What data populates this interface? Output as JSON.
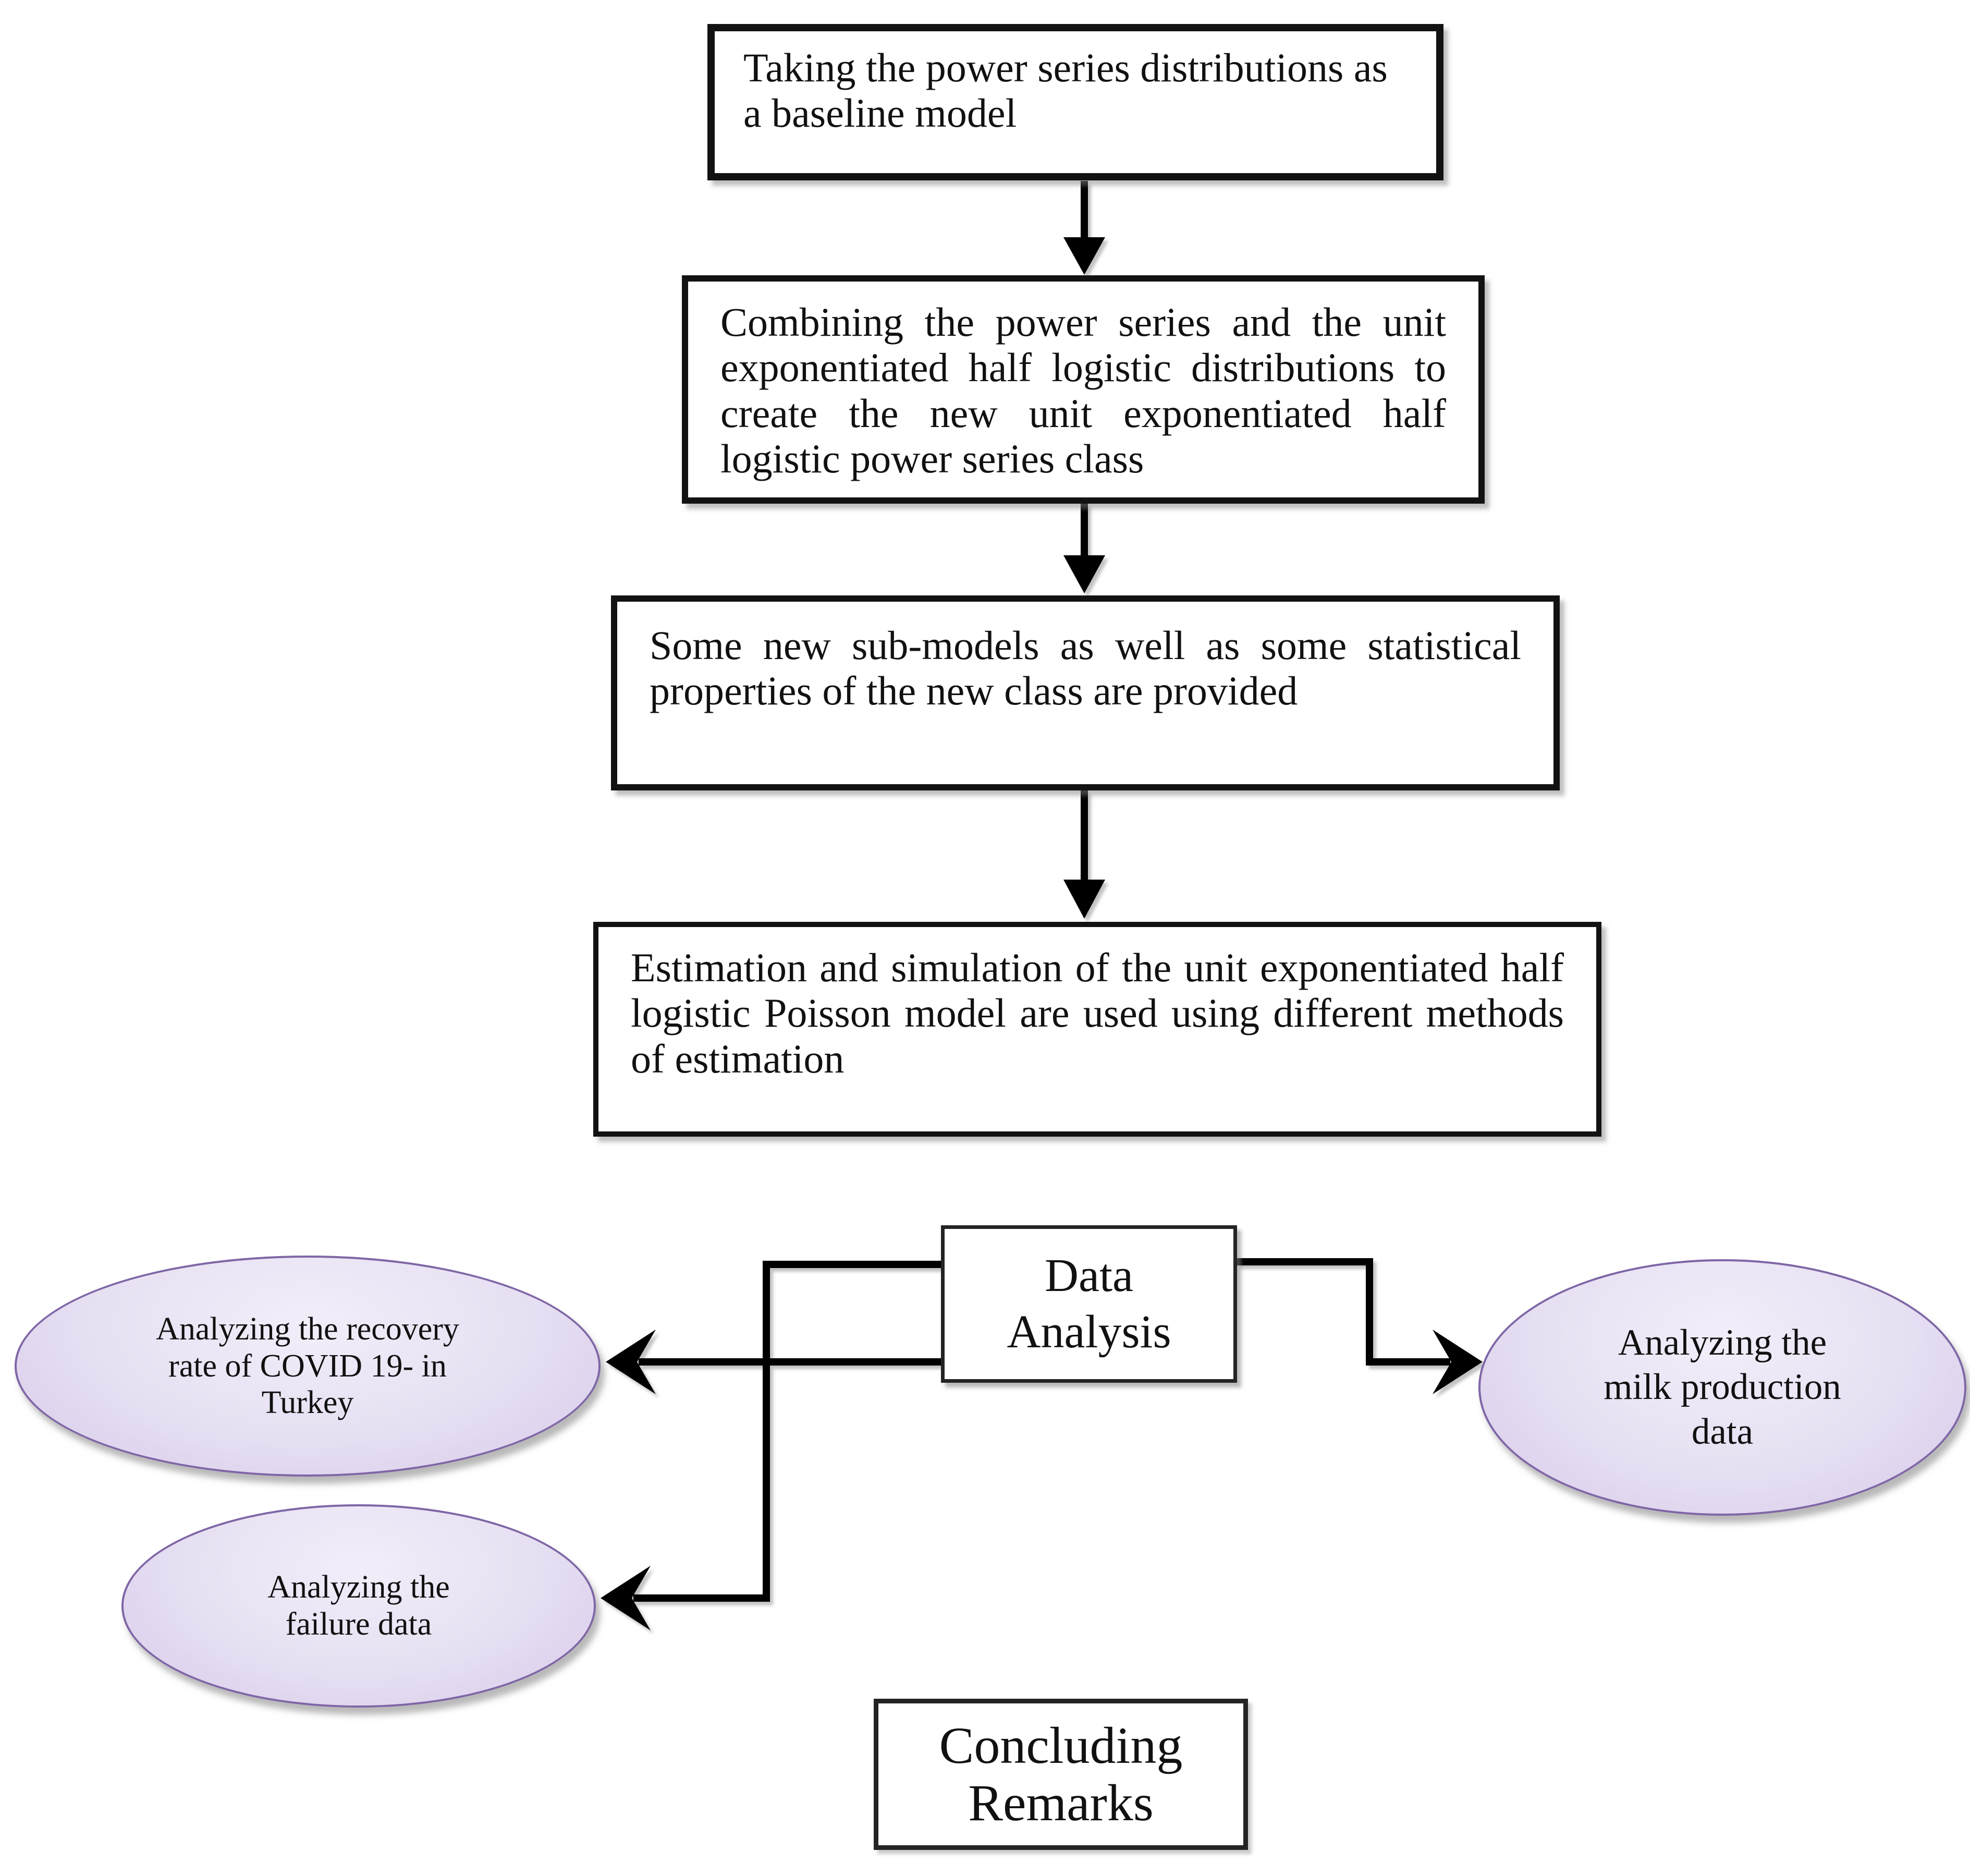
{
  "flow": {
    "box1": {
      "text": "Taking the power series distributions as\na baseline model"
    },
    "box2": {
      "text": "Combining the power series and the unit\nexponentiated half logistic distributions to\ncreate the new unit exponentiated half\nlogistic power series class"
    },
    "box3": {
      "text": "Some new sub-models as well as some statistical\nproperties of the new class are provided"
    },
    "box4": {
      "text": "Estimation and simulation of the unit exponentiated half\nlogistic Poisson model are used using different methods\nof estimation"
    },
    "data_analysis": {
      "text": "Data\nAnalysis"
    },
    "concluding": {
      "text": "Concluding\nRemarks"
    }
  },
  "ellipses": {
    "covid": {
      "text": "Analyzing the recovery\nrate of COVID 19- in\nTurkey"
    },
    "failure": {
      "text": "Analyzing the\nfailure data"
    },
    "milk": {
      "text": "Analyzing the\nmilk production\ndata"
    }
  },
  "colors": {
    "background": "#ffffff",
    "box_border": "#121212",
    "connector": "#000000",
    "text": "#111111",
    "ellipse_border": "#7f66a6",
    "ellipse_fill_light": "#f2eef9",
    "ellipse_fill_dark": "#d6c9ea",
    "shadow": "#828282"
  }
}
